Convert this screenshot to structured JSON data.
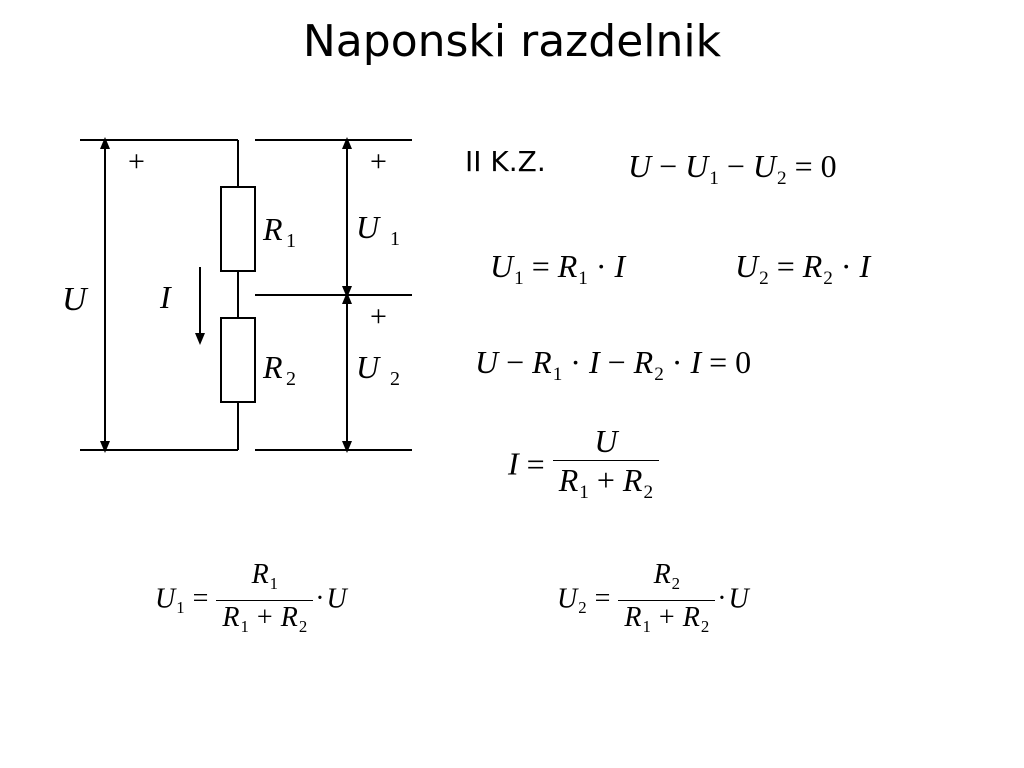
{
  "slide": {
    "title": "Naponski razdelnik",
    "law_label": "II K.Z."
  },
  "diagram": {
    "source_voltage": "U",
    "current": "I",
    "resistor_1": {
      "letter": "R",
      "index": "1"
    },
    "resistor_2": {
      "letter": "R",
      "index": "2"
    },
    "voltage_1": {
      "letter": "U",
      "index": "1"
    },
    "voltage_2": {
      "letter": "U",
      "index": "2"
    },
    "plus_sign": "+"
  },
  "equations": {
    "u": "U",
    "i": "I",
    "r": "R",
    "idx_1": "1",
    "idx_2": "2",
    "minus": "−",
    "plus": "+",
    "equals": "=",
    "dot": "·",
    "zero": "0"
  }
}
